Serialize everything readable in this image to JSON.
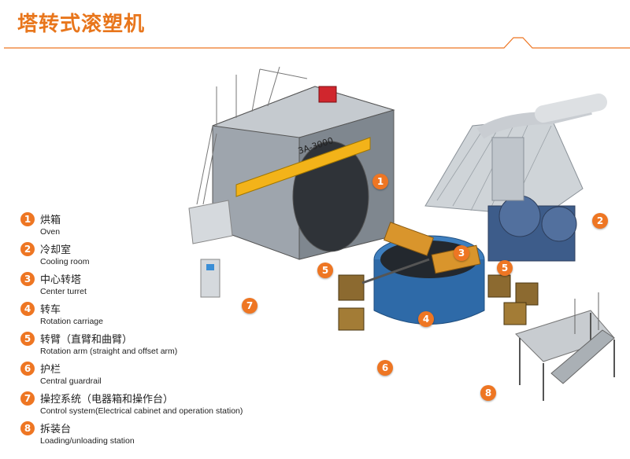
{
  "title": "塔转式滚塑机",
  "accent_color": "#ee7623",
  "machine_label": "3A-3000",
  "legend": [
    {
      "num": "1",
      "cn": "烘箱",
      "en": "Oven"
    },
    {
      "num": "2",
      "cn": "冷却室",
      "en": "Cooling room"
    },
    {
      "num": "3",
      "cn": "中心转塔",
      "en": "Center turret"
    },
    {
      "num": "4",
      "cn": "转车",
      "en": "Rotation carriage"
    },
    {
      "num": "5",
      "cn": "转臂（直臂和曲臂）",
      "en": "Rotation arm (straight and offset arm)"
    },
    {
      "num": "6",
      "cn": "护栏",
      "en": "Central guardrail"
    },
    {
      "num": "7",
      "cn": "操控系统（电器箱和操作台）",
      "en": "Control system(Electrical cabinet and operation station)"
    },
    {
      "num": "8",
      "cn": "拆装台",
      "en": "Loading/unloading station"
    }
  ],
  "callouts": [
    "1",
    "2",
    "3",
    "4",
    "5",
    "5",
    "6",
    "7",
    "8"
  ]
}
